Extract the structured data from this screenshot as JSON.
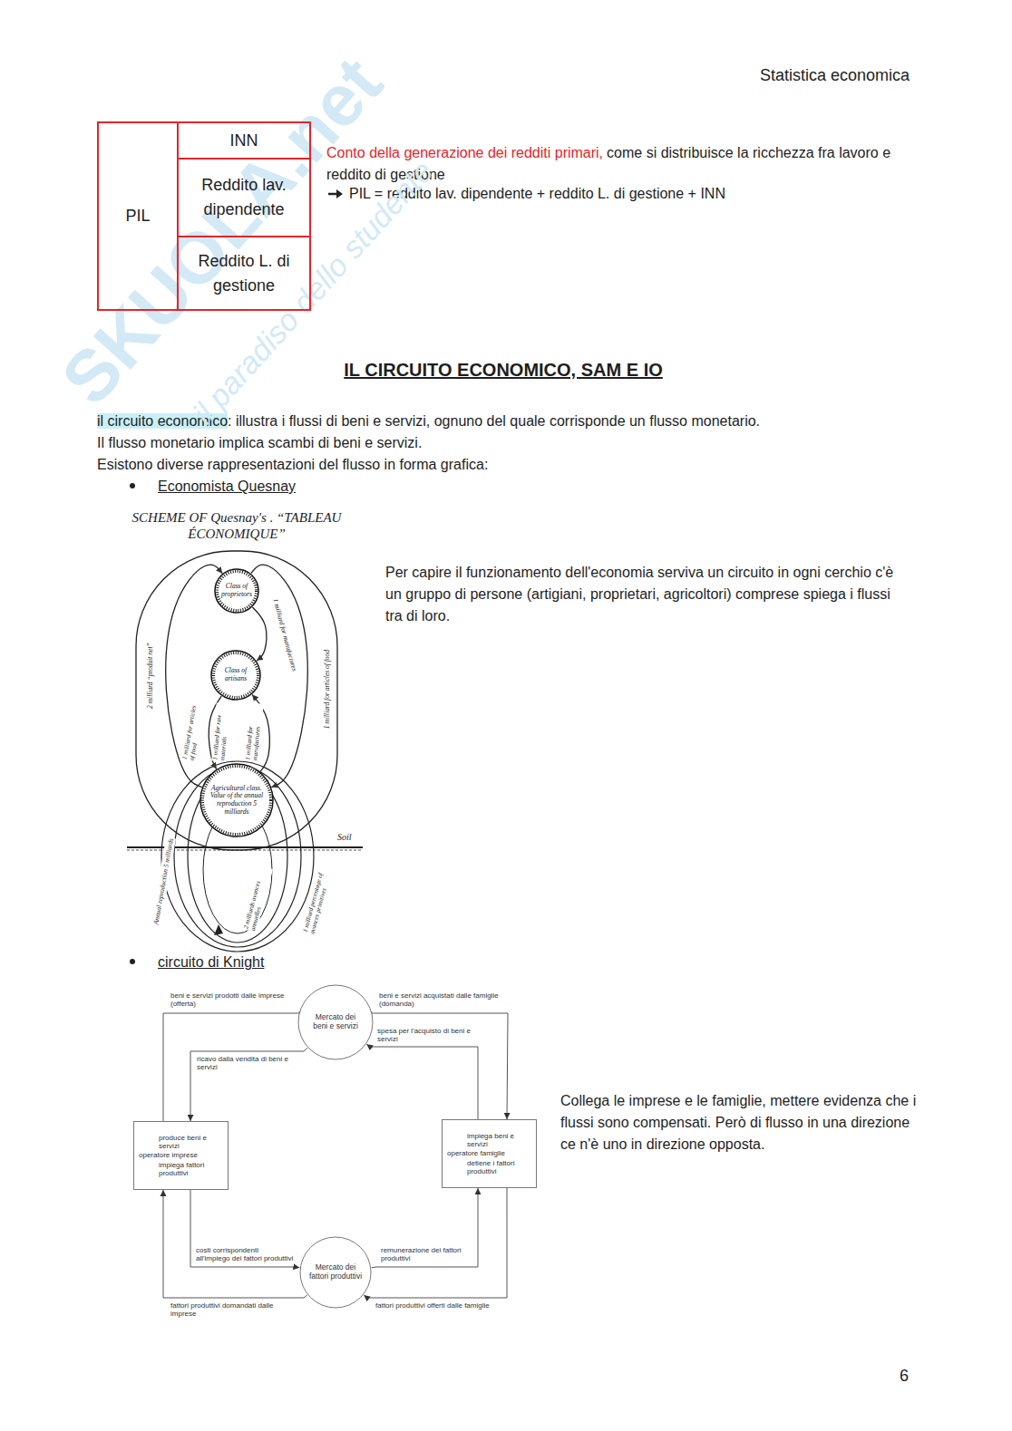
{
  "diagram": {
    "title": "IL CIRCUITO ECONOMICO, SAM E IO",
    "nodes": [
      {
        "text": [
          "PIL"
        ]
      },
      {
        "text": [
          "INN"
        ]
      },
      {
        "text": [
          "Reddito lav. dipendente"
        ]
      },
      {
        "text": [
          "Reddito L. di gestione"
        ]
      },
      {
        "text": [
          "Class of proprietors"
        ]
      },
      {
        "text": [
          "Class of artisans"
        ]
      },
      {
        "text": [
          "Agricultural class. Value of the annual reproduction 5 milliards"
        ]
      },
      {
        "text": [
          "Mercato dei beni e servizi"
        ]
      },
      {
        "text": [
          "produce beni e servizi",
          "operatore imprese",
          "impiega fattori produttivi"
        ]
      },
      {
        "text": [
          "impiega beni e servizi",
          "operatore famiglie",
          "detiene i fattori produttivi"
        ]
      },
      {
        "text": [
          "Mercato dei fattori produttivi"
        ]
      }
    ],
    "edges": [
      {
        "from": 6,
        "to": 4,
        "arrow": "to"
      },
      {
        "from": 4,
        "to": 6,
        "arrow": "to"
      },
      {
        "from": 4,
        "to": 5,
        "arrow": "to"
      },
      {
        "from": 5,
        "to": 6,
        "arrow": "to"
      },
      {
        "from": 6,
        "to": 5,
        "arrow": "to"
      },
      {
        "from": 8,
        "to": 7,
        "label": "beni e servizi prodotti dalle imprese (offerta)",
        "arrow": "to"
      },
      {
        "from": 7,
        "to": 9,
        "label": "beni e servizi acquistati dalle famiglie (domanda)",
        "arrow": "to"
      },
      {
        "from": 9,
        "to": 7,
        "label": "spesa per l'acquisto di beni e servizi",
        "arrow": "to"
      },
      {
        "from": 7,
        "to": 8,
        "label": "ricavo dalla vendita di beni e servizi",
        "arrow": "to"
      },
      {
        "from": 8,
        "to": 10,
        "label": "costi corrispondenti all'impiego dei fattori produttivi",
        "arrow": "to"
      },
      {
        "from": 10,
        "to": 9,
        "label": "remunerazione dei fattori produttivi",
        "arrow": "to"
      },
      {
        "from": 9,
        "to": 10,
        "label": "fattori produttivi offerti dalle famiglie",
        "arrow": "to"
      },
      {
        "from": 10,
        "to": 8,
        "label": "fattori produttivi domandati dalle imprese",
        "arrow": "to"
      }
    ],
    "labels": [
      "Statistica economica",
      "Conto della generazione dei redditi primari,",
      "come si distribuisce la ricchezza fra lavoro e reddito di gestione",
      "PIL = reddito lav. dipendente + reddito L. di gestione + INN",
      "il circuito economico",
      ": illustra i flussi di beni e servizi, ognuno del quale corrisponde un flusso monetario.",
      "Il flusso monetario implica scambi di beni e servizi.",
      "Esistono diverse rappresentazioni del flusso in forma grafica:",
      "Economista Quesnay",
      "SCHEME OF Quesnay's . “TABLEAU ÉCONOMIQUE”",
      "2 milliard “produit net”",
      "1 milliard for manufactures",
      "1 milliard for articles of food",
      "1 milliard for articles of food",
      "1 milliard for raw materials",
      "1 milliard for manufactures",
      "Soil",
      "Annual reproduction 5 milliards",
      "2 milliards avances annuelles",
      "1 milliard percentage of avances primitives",
      "Per capire il funzionamento dell'economia serviva un circuito in ogni cerchio c'è un gruppo di persone (artigiani, proprietari, agricoltori) comprese spiega i flussi tra di loro.",
      "circuito di Knight",
      "Collega le imprese e le famiglie, mettere evidenza che i flussi sono compensati. Però di flusso in una direzione ce n'è uno in direzione opposta.",
      "6",
      "SKUOLA.net",
      "il paradiso dello studente"
    ]
  }
}
